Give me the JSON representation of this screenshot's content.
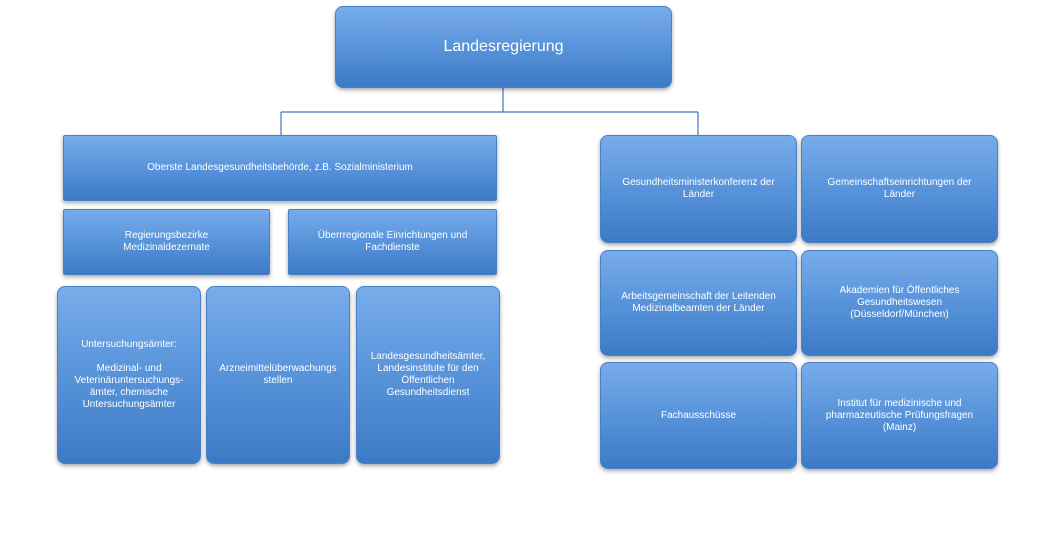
{
  "root": {
    "label": "Landesregierung"
  },
  "left": {
    "top": "Oberste Landesgesundheitsbehörde,  z.B. Sozialministerium",
    "row2": [
      "Regierungsbezirke\nMedizinaldezernate",
      "Überrregionale  Einrichtungen  und\nFachdienste"
    ],
    "row3": [
      "Untersuchungsämter:\n\nMedizinal- und\nVeterinäruntersuchungs-\nämter, chemische\nUntersuchungsämter",
      "Arzneimittelüberwachungs\nstellen",
      "Landesgesundheitsämter,\nLandesinstitute  für den\nÖffentlichen\nGesundheitsdienst"
    ]
  },
  "right": [
    "Gesundheitsministerkonferenz  der\nLänder",
    "Gemeinschaftseinrichtungen  der\nLänder",
    "Arbeitsgemeinschaft  der Leitenden\nMedizinalbeamten  der Länder",
    "Akademien für Öffentliches\nGesundheitswesen\n(Düsseldorf/München)",
    "Fachausschüsse",
    "Institut  für medizinische  und\npharmazeutische  Prüfungsfragen\n(Mainz)"
  ],
  "colors": {
    "box_top": "#78acea",
    "box_bottom": "#3d7ac6",
    "connector": "#3f78c2"
  }
}
